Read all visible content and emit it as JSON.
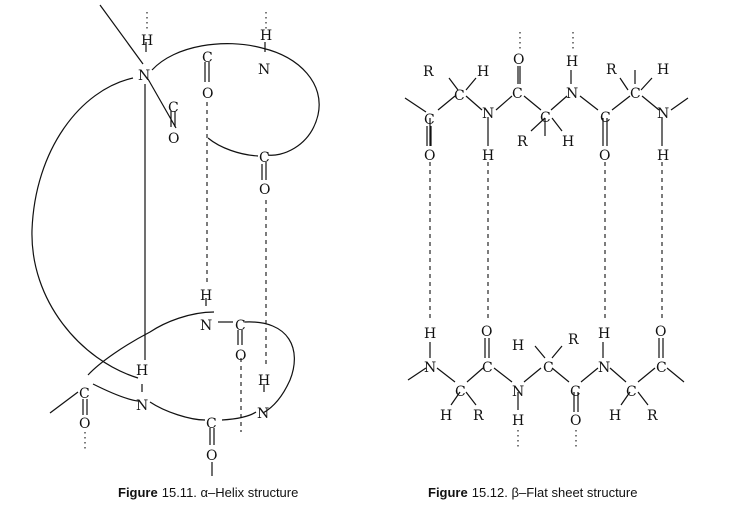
{
  "figures": {
    "alpha": {
      "caption_prefix": "Figure",
      "caption_text": "15.11. α–Helix structure"
    },
    "beta": {
      "caption_prefix": "Figure",
      "caption_text": "15.12. β–Flat sheet structure"
    }
  },
  "atoms": {
    "h": "H",
    "n": "N",
    "c": "C",
    "o": "O",
    "r": "R"
  }
}
